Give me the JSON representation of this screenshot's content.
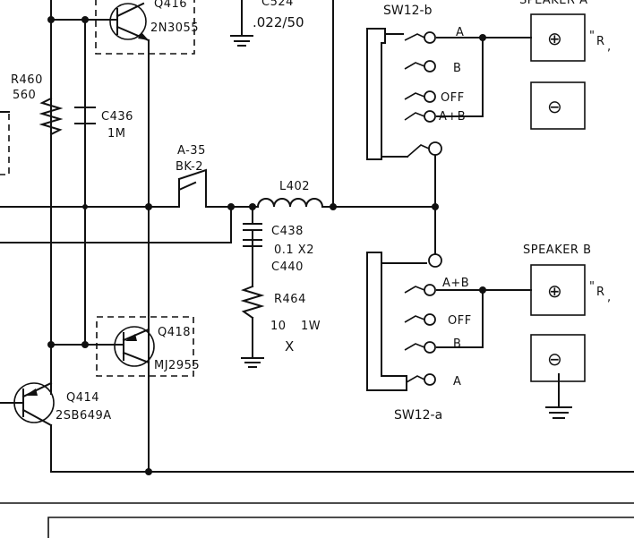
{
  "transistors": {
    "q416": {
      "ref": "Q416",
      "part": "2N3055"
    },
    "q418": {
      "ref": "Q418",
      "part": "MJ2955"
    },
    "q414": {
      "ref": "Q414",
      "part": "2SB649A"
    }
  },
  "resistors": {
    "r460": {
      "ref": "R460",
      "value": "560"
    },
    "r464": {
      "ref": "R464",
      "value": "10",
      "rating": "1W",
      "mark": "X"
    }
  },
  "capacitors": {
    "c524": {
      "ref": "C524",
      "value": ".022/50"
    },
    "c436": {
      "ref": "C436",
      "value": "1M"
    },
    "c438": {
      "ref": "C438",
      "value": "0.1 X2",
      "ref2": "C440"
    }
  },
  "inductor": {
    "ref": "L402"
  },
  "connector": {
    "ref": "A-35",
    "sub": "BK-2"
  },
  "switches": {
    "sw12b": {
      "ref": "SW12-b",
      "positions": [
        "A",
        "B",
        "OFF",
        "A+B"
      ]
    },
    "sw12a": {
      "ref": "SW12-a",
      "positions": [
        "A+B",
        "OFF",
        "B",
        "A"
      ]
    }
  },
  "speakers": {
    "a": {
      "label": "SPEAKER A",
      "channel": "R"
    },
    "b": {
      "label": "SPEAKER B",
      "channel": "R"
    }
  },
  "terminal_symbols": {
    "plus": "⊕",
    "minus": "⊖"
  }
}
